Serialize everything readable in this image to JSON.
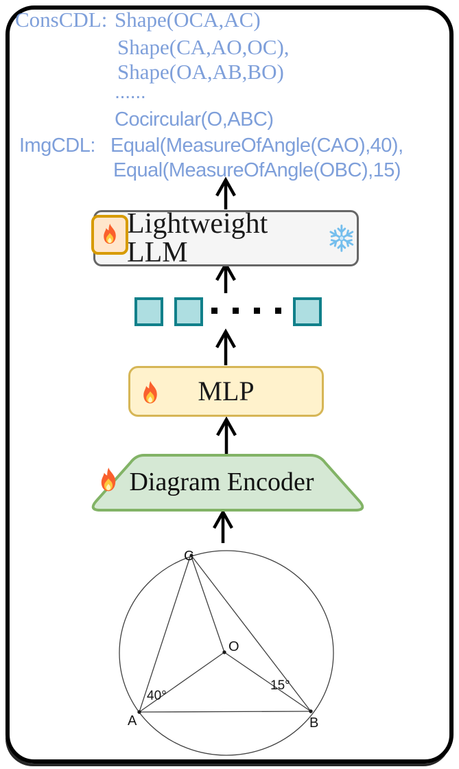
{
  "cdl": {
    "cons_label": "ConsCDL:",
    "cons_lines": [
      "Shape(OCA,AC)",
      "Shape(CA,AO,OC),",
      "Shape(OA,AB,BO)",
      "......",
      "Cocircular(O,ABC)"
    ],
    "img_label": "ImgCDL:",
    "img_lines": [
      "Equal(MeasureOfAngle(CAO),40),",
      "Equal(MeasureOfAngle(OBC),15)"
    ]
  },
  "pipeline": {
    "llm": {
      "label": "Lightweight LLM",
      "trainable_adapter_icon": "fire-icon",
      "frozen_icon": "snowflake-icon"
    },
    "mlp": {
      "label": "MLP",
      "trainable_icon": "fire-icon"
    },
    "encoder": {
      "label": "Diagram Encoder",
      "trainable_icon": "fire-icon"
    },
    "tokens": {
      "square_count": 3,
      "ellipsis_dot_count": 4
    }
  },
  "diagram": {
    "points": {
      "A": "A",
      "B": "B",
      "C": "C",
      "O": "O"
    },
    "angle_a": "40°",
    "angle_b": "15°"
  },
  "colors": {
    "cdl-blue": "#7E9FDA",
    "frame-black": "#000000",
    "llm-fill": "#F5F5F5",
    "llm-border": "#666666",
    "fire-badge-fill": "#FFE6CC",
    "fire-badge-border": "#D79B00",
    "mlp-fill": "#FFF2CC",
    "mlp-border": "#D6B656",
    "encoder-fill": "#D5E8D4",
    "encoder-border": "#82B366",
    "token-fill": "#AEDEE1",
    "token-border": "#11808A",
    "arrow-black": "#000000",
    "geo-line": "#3F3F3F"
  }
}
